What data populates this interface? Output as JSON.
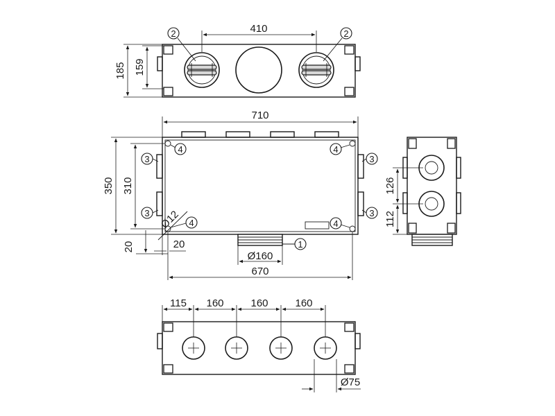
{
  "top_view": {
    "dim_width": "410",
    "dim_height_outer": "185",
    "dim_height_inner": "159",
    "callout_left": "2",
    "callout_right": "2"
  },
  "front_view": {
    "dim_width_top": "710",
    "dim_width_bottom": "670",
    "dim_height_outer": "350",
    "dim_height_inner": "310",
    "dim_offset_vertical": "20",
    "dim_offset_horizontal": "20",
    "dim_hole_diameter": "Ø12",
    "dim_outlet_diameter": "Ø160",
    "callout_outlet": "1",
    "callout_side": "3",
    "callout_corner": "4"
  },
  "side_view": {
    "dim_upper": "126",
    "dim_lower": "112"
  },
  "bottom_view": {
    "dim_first": "115",
    "dim_spacing_1": "160",
    "dim_spacing_2": "160",
    "dim_spacing_3": "160",
    "dim_port_diameter": "Ø75"
  }
}
